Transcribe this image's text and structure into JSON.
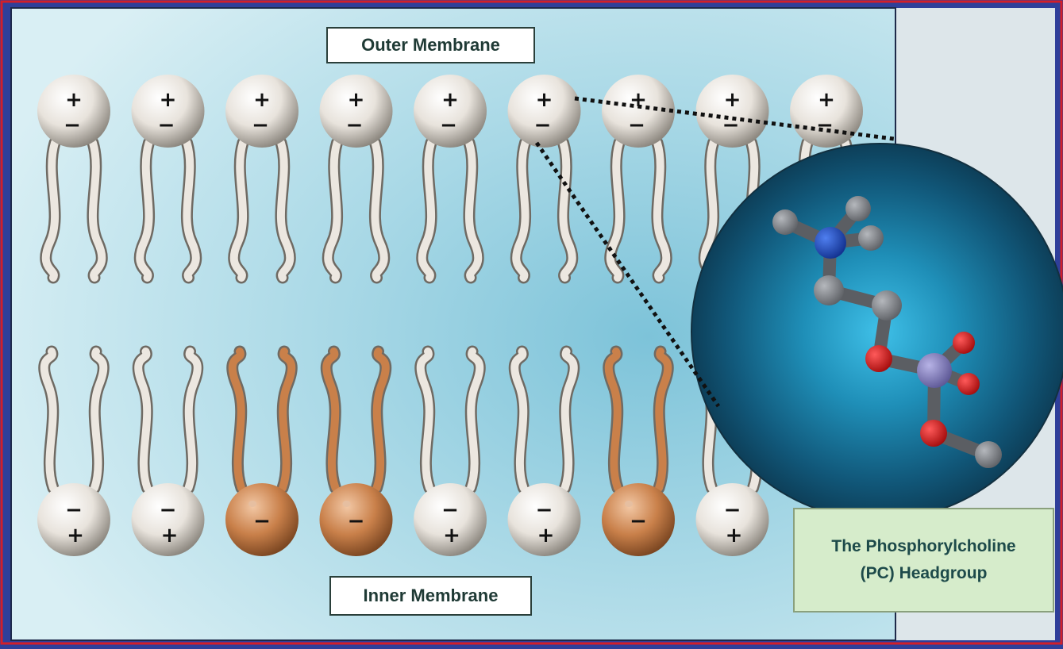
{
  "labels": {
    "outer": "Outer Membrane",
    "inner": "Inner Membrane",
    "pc_line1": "The Phosphorylcholine",
    "pc_line2": "(PC) Headgroup"
  },
  "outer_row": {
    "charge_top": "+",
    "charge_bottom": "−",
    "lipid_types": [
      "neutral",
      "neutral",
      "neutral",
      "neutral",
      "neutral",
      "neutral",
      "neutral",
      "neutral",
      "neutral"
    ]
  },
  "inner_row": {
    "neutral_top": "−",
    "neutral_bottom": "+",
    "charged_mark": "−",
    "lipid_types": [
      "neutral",
      "neutral",
      "charged",
      "charged",
      "neutral",
      "neutral",
      "charged",
      "neutral"
    ]
  },
  "colors": {
    "frame": "#2f3f9a",
    "background_light": "#d9eff4",
    "background_dark": "#7dc3d9",
    "side_panel": "#dde6ea",
    "neutral_lipid": "#e8e3dc",
    "charged_lipid": "#c9804a",
    "nitrogen": "#2048b8",
    "carbon": "#7f8288",
    "oxygen": "#e01b1b",
    "phosphorus": "#8a86c6"
  }
}
